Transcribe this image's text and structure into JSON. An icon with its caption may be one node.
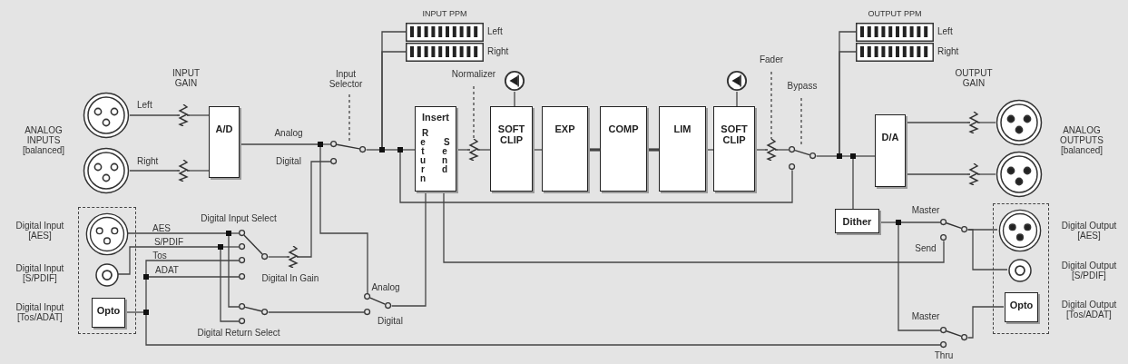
{
  "diagram": {
    "nodes": [
      {
        "text": [],
        "shape": "circle"
      },
      {
        "text": [],
        "shape": "circle"
      },
      {
        "text": [
          "A/D"
        ]
      },
      {
        "text": [
          "INPUT PPM"
        ],
        "beside": [
          "Left",
          "Right"
        ]
      },
      {
        "text": [
          "Insert",
          "Return",
          "Send"
        ]
      },
      {
        "text": [
          "SOFT CLIP"
        ]
      },
      {
        "text": [
          "EXP"
        ]
      },
      {
        "text": [
          "COMP"
        ]
      },
      {
        "text": [
          "LIM"
        ]
      },
      {
        "text": [
          "SOFT CLIP"
        ]
      },
      {
        "text": [],
        "shape": "circle"
      },
      {
        "text": [],
        "shape": "circle"
      },
      {
        "text": [
          "OUTPUT PPM"
        ],
        "beside": [
          "Left",
          "Right"
        ]
      },
      {
        "text": [
          "D/A"
        ]
      },
      {
        "text": [
          "Dither"
        ]
      },
      {
        "text": [],
        "shape": "circle"
      },
      {
        "text": [],
        "shape": "circle"
      },
      {
        "text": [],
        "shape": "box"
      },
      {
        "text": [],
        "shape": "circle",
        "in": 17
      },
      {
        "text": [],
        "shape": "circle",
        "in": 17
      },
      {
        "text": [
          "Opto"
        ],
        "in": 17
      },
      {
        "text": [],
        "shape": "box"
      },
      {
        "text": [],
        "shape": "circle",
        "in": 21
      },
      {
        "text": [],
        "shape": "circle",
        "in": 21
      },
      {
        "text": [
          "Opto"
        ],
        "in": 21
      },
      {
        "text": [],
        "shape": "switch"
      },
      {
        "text": [],
        "shape": "switch"
      },
      {
        "text": [],
        "shape": "switch"
      },
      {
        "text": [],
        "shape": "switch"
      },
      {
        "text": [],
        "shape": "switch"
      },
      {
        "text": [],
        "shape": "switch"
      },
      {
        "text": [],
        "shape": "switch"
      },
      {
        "text": [],
        "shape": "resistor"
      },
      {
        "text": [],
        "shape": "resistor"
      },
      {
        "text": [],
        "shape": "resistor"
      },
      {
        "text": [],
        "shape": "resistor"
      },
      {
        "text": [],
        "shape": "resistor"
      },
      {
        "text": [],
        "shape": "resistor"
      },
      {
        "text": [],
        "shape": "resistor"
      },
      {
        "text": [],
        "shape": "dot"
      },
      {
        "text": [],
        "shape": "dot"
      },
      {
        "text": [],
        "shape": "dot"
      },
      {
        "text": [],
        "shape": "dot"
      },
      {
        "text": [],
        "shape": "dot"
      },
      {
        "text": [],
        "shape": "dot"
      },
      {
        "text": [],
        "shape": "dot"
      },
      {
        "text": [],
        "shape": "dot"
      },
      {
        "text": [],
        "shape": "dot"
      },
      {
        "text": [],
        "shape": "dot"
      },
      {
        "text": [
          "Input Selector"
        ]
      },
      {
        "text": [
          "Normalizer"
        ]
      },
      {
        "text": [
          "Fader"
        ]
      },
      {
        "text": [
          "Bypass"
        ]
      }
    ],
    "edges": [
      {
        "from": 0,
        "to": 32,
        "arrow": "none",
        "label": "Left"
      },
      {
        "from": 32,
        "to": 2,
        "arrow": "none"
      },
      {
        "from": 1,
        "to": 33,
        "arrow": "none",
        "label": "Right"
      },
      {
        "from": 33,
        "to": 2,
        "arrow": "none"
      },
      {
        "from": 2,
        "to": 39,
        "arrow": "none"
      },
      {
        "from": 39,
        "to": 25,
        "arrow": "none"
      },
      {
        "from": 34,
        "to": 25,
        "arrow": "none"
      },
      {
        "from": 26,
        "to": 34,
        "arrow": "none"
      },
      {
        "from": 18,
        "to": 42,
        "arrow": "none"
      },
      {
        "from": 42,
        "to": 26,
        "arrow": "none"
      },
      {
        "from": 19,
        "to": 43,
        "arrow": "none"
      },
      {
        "from": 43,
        "to": 26,
        "arrow": "none"
      },
      {
        "from": 44,
        "to": 26,
        "arrow": "none"
      },
      {
        "from": 44,
        "to": 26,
        "arrow": "none"
      },
      {
        "from": 45,
        "to": 44,
        "arrow": "none"
      },
      {
        "from": 20,
        "to": 45,
        "arrow": "none"
      },
      {
        "from": 45,
        "to": 31,
        "arrow": "none"
      },
      {
        "from": 42,
        "to": 27,
        "arrow": "none"
      },
      {
        "from": 43,
        "to": 27,
        "arrow": "none"
      },
      {
        "from": 27,
        "to": 28,
        "arrow": "none"
      },
      {
        "from": 39,
        "to": 28,
        "arrow": "none"
      },
      {
        "from": 28,
        "to": 4,
        "arrow": "none"
      },
      {
        "from": 4,
        "to": 30,
        "arrow": "none"
      },
      {
        "from": 25,
        "to": 40,
        "arrow": "none"
      },
      {
        "from": 40,
        "to": 41,
        "arrow": "none"
      },
      {
        "from": 41,
        "to": 4,
        "arrow": "none"
      },
      {
        "from": 40,
        "to": 3,
        "arrow": "none"
      },
      {
        "from": 40,
        "to": 3,
        "arrow": "none"
      },
      {
        "from": 4,
        "to": 35,
        "arrow": "none"
      },
      {
        "from": 35,
        "to": 5,
        "arrow": "none"
      },
      {
        "from": 5,
        "to": 6,
        "arrow": "none"
      },
      {
        "from": 6,
        "to": 7,
        "arrow": "none",
        "style": "thick"
      },
      {
        "from": 7,
        "to": 8,
        "arrow": "none",
        "style": "thick"
      },
      {
        "from": 8,
        "to": 9,
        "arrow": "none"
      },
      {
        "from": 10,
        "to": 5,
        "arrow": "none"
      },
      {
        "from": 11,
        "to": 9,
        "arrow": "none"
      },
      {
        "from": 9,
        "to": 36,
        "arrow": "none"
      },
      {
        "from": 36,
        "to": 29,
        "arrow": "none"
      },
      {
        "from": 41,
        "to": 29,
        "arrow": "none"
      },
      {
        "from": 29,
        "to": 46,
        "arrow": "none"
      },
      {
        "from": 46,
        "to": 47,
        "arrow": "none"
      },
      {
        "from": 47,
        "to": 13,
        "arrow": "none"
      },
      {
        "from": 46,
        "to": 12,
        "arrow": "none"
      },
      {
        "from": 46,
        "to": 12,
        "arrow": "none"
      },
      {
        "from": 47,
        "to": 14,
        "arrow": "none"
      },
      {
        "from": 14,
        "to": 48,
        "arrow": "none"
      },
      {
        "from": 48,
        "to": 30,
        "arrow": "none"
      },
      {
        "from": 48,
        "to": 31,
        "arrow": "none"
      },
      {
        "from": 30,
        "to": 22,
        "arrow": "none"
      },
      {
        "from": 30,
        "to": 23,
        "arrow": "none"
      },
      {
        "from": 31,
        "to": 24,
        "arrow": "none"
      },
      {
        "from": 13,
        "to": 37,
        "arrow": "none"
      },
      {
        "from": 37,
        "to": 15,
        "arrow": "none"
      },
      {
        "from": 13,
        "to": 38,
        "arrow": "none"
      },
      {
        "from": 38,
        "to": 16,
        "arrow": "none"
      },
      {
        "from": 49,
        "to": 25,
        "arrow": "none",
        "style": "dashed"
      },
      {
        "from": 50,
        "to": 35,
        "arrow": "none",
        "style": "dashed"
      },
      {
        "from": 51,
        "to": 36,
        "arrow": "none",
        "style": "dashed"
      },
      {
        "from": 52,
        "to": 29,
        "arrow": "none",
        "style": "dashed"
      }
    ],
    "labels": [
      "INPUT GAIN",
      "ANALOG INPUTS [balanced]",
      "Analog",
      "Digital",
      "OUTPUT GAIN",
      "ANALOG OUTPUTS [balanced]",
      "Digital Input Select",
      "AES",
      "S/PDIF",
      "Tos",
      "ADAT",
      "Digital In Gain",
      "Analog",
      "Digital",
      "Digital Return Select",
      "Master",
      "Send",
      "Master",
      "Thru",
      "Digital Input [AES]",
      "Digital Input [S/PDIF]",
      "Digital Input [Tos/ADAT]",
      "Digital Output [AES]",
      "Digital Output [S/PDIF]",
      "Digital Output [Tos/ADAT]"
    ]
  }
}
